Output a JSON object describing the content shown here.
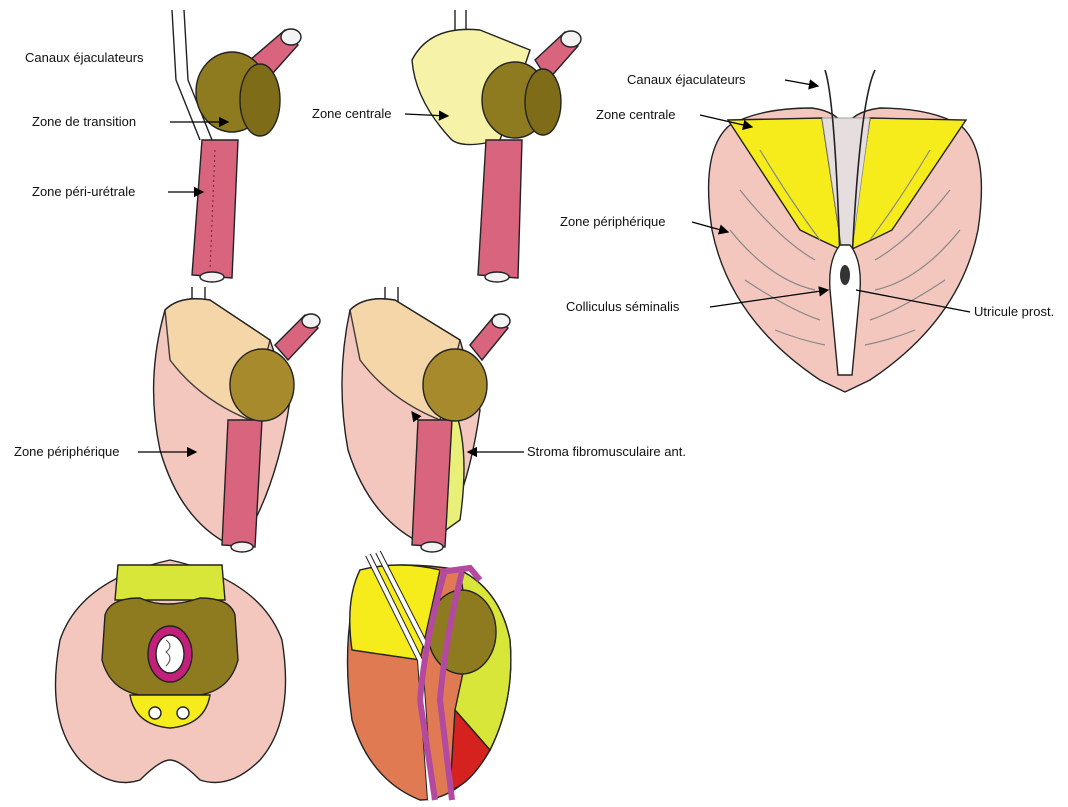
{
  "labels": {
    "canaux_ejaculateurs_1": "Canaux éjaculateurs",
    "zone_transition": "Zone de transition",
    "zone_peri_uretrale": "Zone péri-urétrale",
    "zone_centrale_1": "Zone centrale",
    "canaux_ejaculateurs_2": "Canaux éjaculateurs",
    "zone_centrale_2": "Zone centrale",
    "zone_peripherique_1": "Zone périphérique",
    "colliculus": "Colliculus séminalis",
    "utricule": "Utricule prost.",
    "zone_peripherique_2": "Zone périphérique",
    "stroma": "Stroma fibromusculaire ant."
  },
  "colors": {
    "transition": "#8e7a1f",
    "urethra": "#d9647e",
    "central": "#f6f2a8",
    "central_yellow": "#f7ec1b",
    "peripheral": "#f3c7bd",
    "stroma": "#d8e63a",
    "orange": "#e07a53",
    "red": "#d6221e",
    "purple": "#b44aa0"
  }
}
